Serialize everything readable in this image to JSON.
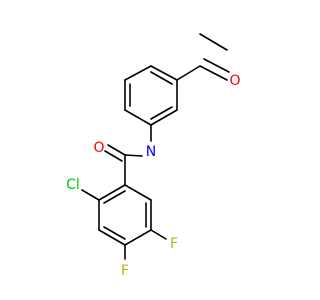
{
  "molecule": {
    "colors": {
      "bond": "#000000",
      "O": "#ff0000",
      "N": "#0000ff",
      "Cl": "#00cc00",
      "F": "#b8b800"
    },
    "atoms": {
      "o_acetyl": "O",
      "o_amide": "O",
      "n_amide": "N",
      "cl": "Cl",
      "f_left": "F",
      "f_right": "F"
    }
  }
}
